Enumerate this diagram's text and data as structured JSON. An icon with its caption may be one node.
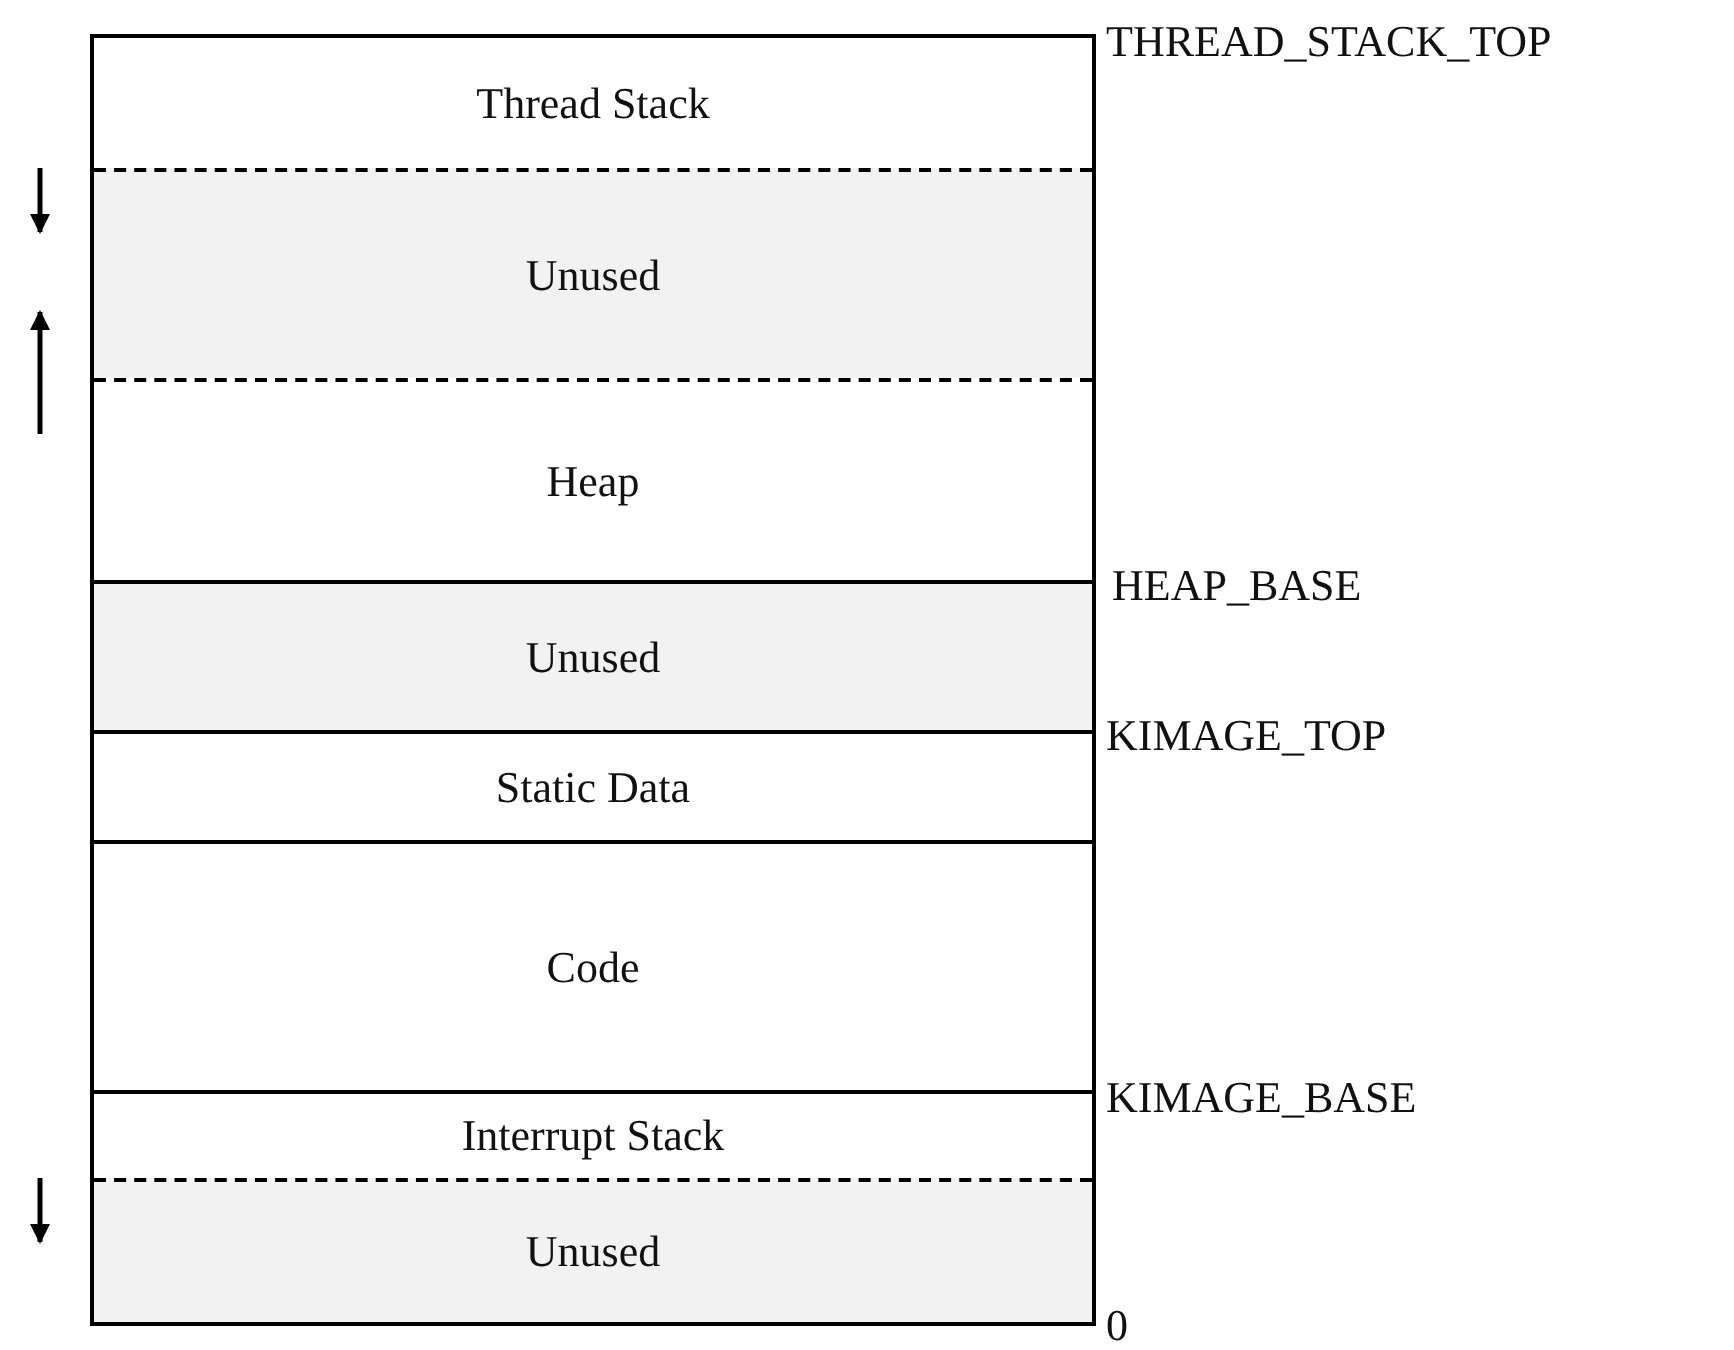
{
  "diagram": {
    "nodes": [
      {
        "text": [
          "Thread Stack"
        ]
      },
      {
        "text": [
          "Unused"
        ]
      },
      {
        "text": [
          "Heap"
        ]
      },
      {
        "text": [
          "Unused"
        ]
      },
      {
        "text": [
          "Static Data"
        ]
      },
      {
        "text": [
          "Code"
        ]
      },
      {
        "text": [
          "Interrupt Stack"
        ]
      },
      {
        "text": [
          "Unused"
        ]
      }
    ],
    "labels": [
      "THREAD_STACK_TOP",
      "HEAP_BASE",
      "KIMAGE_TOP",
      "KIMAGE_BASE",
      "0"
    ]
  }
}
